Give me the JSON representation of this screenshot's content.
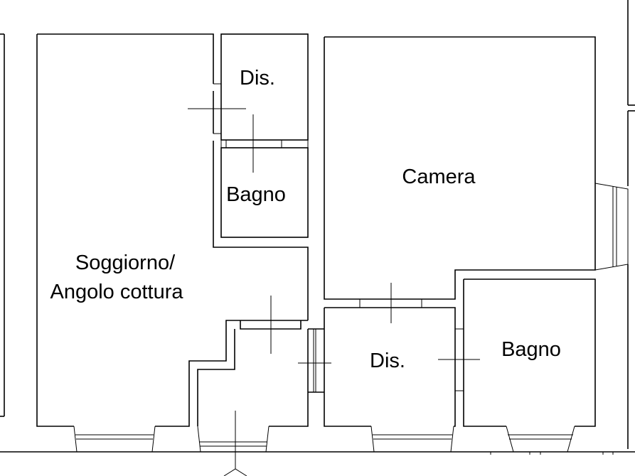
{
  "floorplan": {
    "rooms": [
      {
        "id": "living",
        "name_lines": [
          "Soggiorno/",
          "Angolo cottura"
        ]
      },
      {
        "id": "dis-top",
        "name_lines": [
          "Dis."
        ]
      },
      {
        "id": "bagno-left",
        "name_lines": [
          "Bagno"
        ]
      },
      {
        "id": "camera",
        "name_lines": [
          "Camera"
        ]
      },
      {
        "id": "dis-bottom",
        "name_lines": [
          "Dis."
        ]
      },
      {
        "id": "bagno-right",
        "name_lines": [
          "Bagno"
        ]
      }
    ]
  }
}
